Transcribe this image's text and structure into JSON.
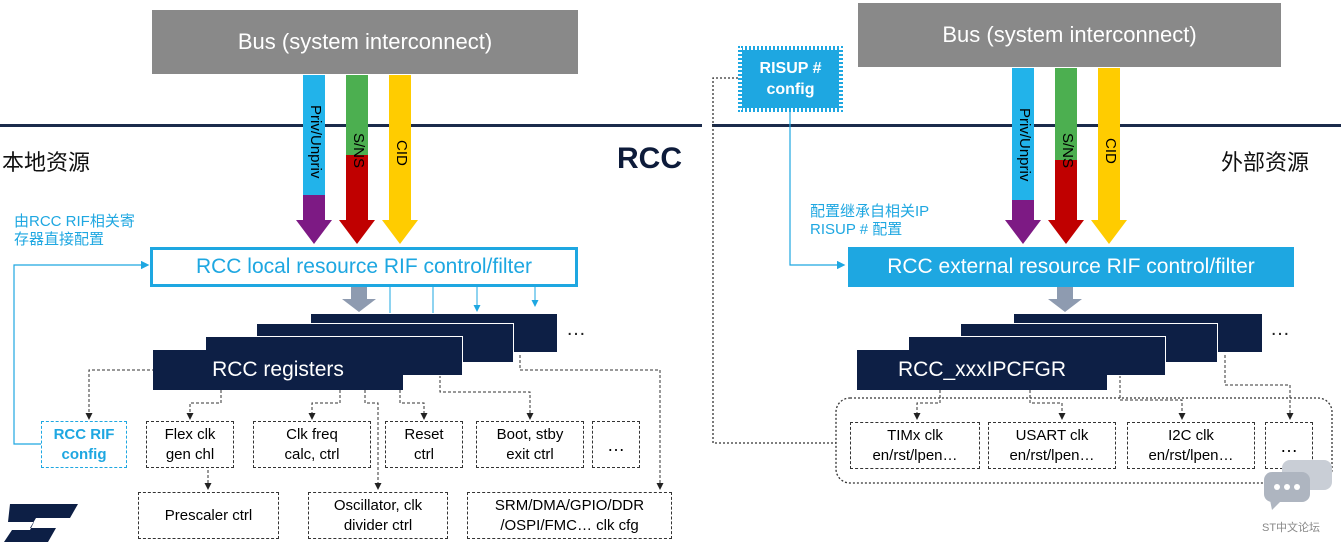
{
  "left": {
    "bus_label": "Bus (system interconnect)",
    "arrows": [
      "Priv/Unpriv",
      "S/NS",
      "CID"
    ],
    "region_label": "本地资源",
    "note_lines": [
      "由RCC RIF相关寄",
      "存器直接配置"
    ],
    "filter_label": "RCC local resource RIF control/filter",
    "registers_label": "RCC registers",
    "rif_config": [
      "RCC RIF",
      "config"
    ],
    "boxes": {
      "flex_clk": [
        "Flex clk",
        "gen chl"
      ],
      "clk_freq": [
        "Clk freq",
        "calc, ctrl"
      ],
      "reset": [
        "Reset",
        "ctrl"
      ],
      "boot": [
        "Boot, stby",
        "exit ctrl"
      ],
      "more": "…",
      "prescaler": "Prescaler ctrl",
      "oscillator": [
        "Oscillator, clk",
        "divider ctrl"
      ],
      "srm": [
        "SRM/DMA/GPIO/DDR",
        "/OSPI/FMC… clk cfg"
      ]
    },
    "stack_more": "…"
  },
  "center": {
    "title": "RCC",
    "risup": [
      "RISUP #",
      "config"
    ]
  },
  "right": {
    "bus_label": "Bus (system interconnect)",
    "arrows": [
      "Priv/Unpriv",
      "S/NS",
      "CID"
    ],
    "region_label": "外部资源",
    "note_lines": [
      "配置继承自相关IP",
      "RISUP # 配置"
    ],
    "filter_label": "RCC external resource RIF control/filter",
    "registers_label": "RCC_xxxIPCFGR",
    "stack_more": "…",
    "boxes": {
      "timx": [
        "TIMx clk",
        "en/rst/lpen…"
      ],
      "usart": [
        "USART clk",
        "en/rst/lpen…"
      ],
      "i2c": [
        "I2C clk",
        "en/rst/lpen…"
      ],
      "more": "…"
    }
  },
  "watermark": "ST中文论坛",
  "colors": {
    "bus": "#898989",
    "cyan": "#1ea7e1",
    "navy": "#0d1f45",
    "purple": "#7d1a84",
    "green": "#4caf50",
    "red": "#c00000",
    "yellow": "#ffcc00",
    "blue_arrow": "#22b3ea"
  }
}
